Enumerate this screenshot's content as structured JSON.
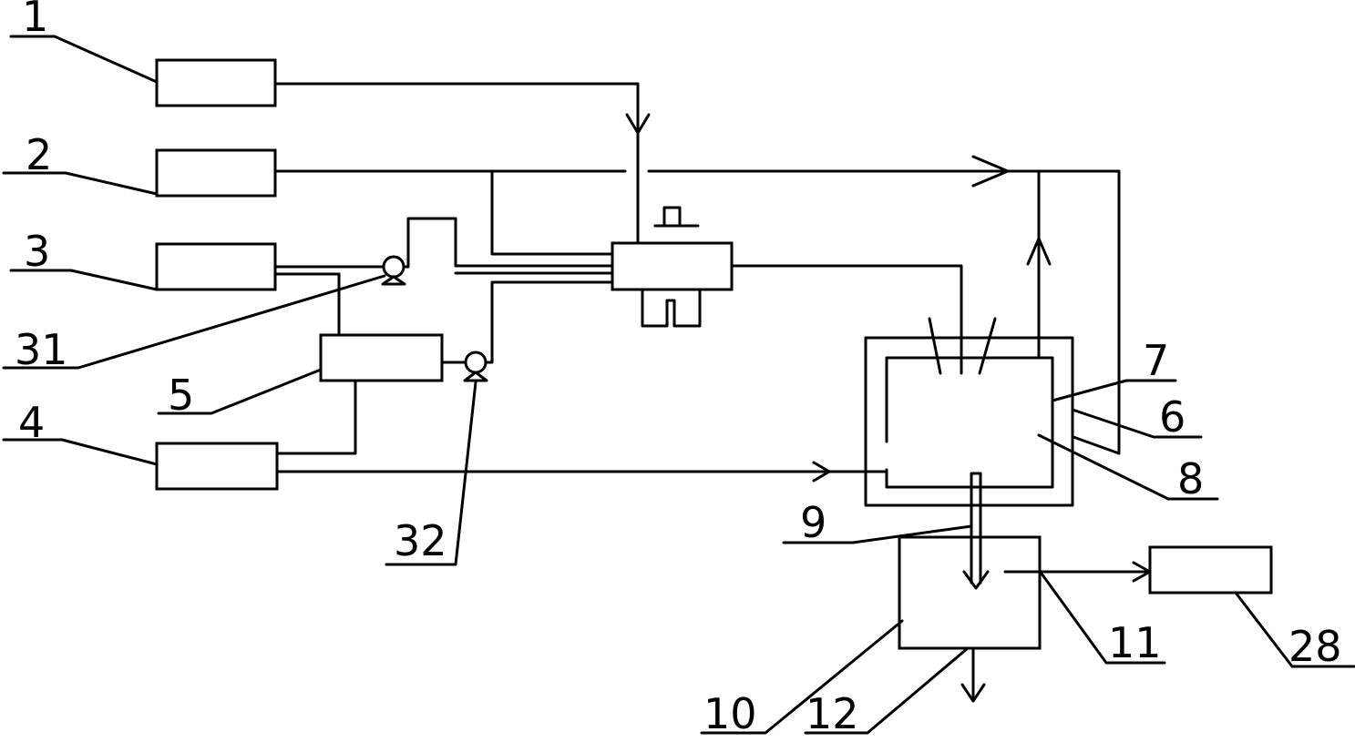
{
  "labels": {
    "l1": "1",
    "l2": "2",
    "l3": "3",
    "l31": "31",
    "l5": "5",
    "l4": "4",
    "l32": "32",
    "l7": "7",
    "l6": "6",
    "l8": "8",
    "l9": "9",
    "l10": "10",
    "l12": "12",
    "l11": "11",
    "l28": "28"
  }
}
